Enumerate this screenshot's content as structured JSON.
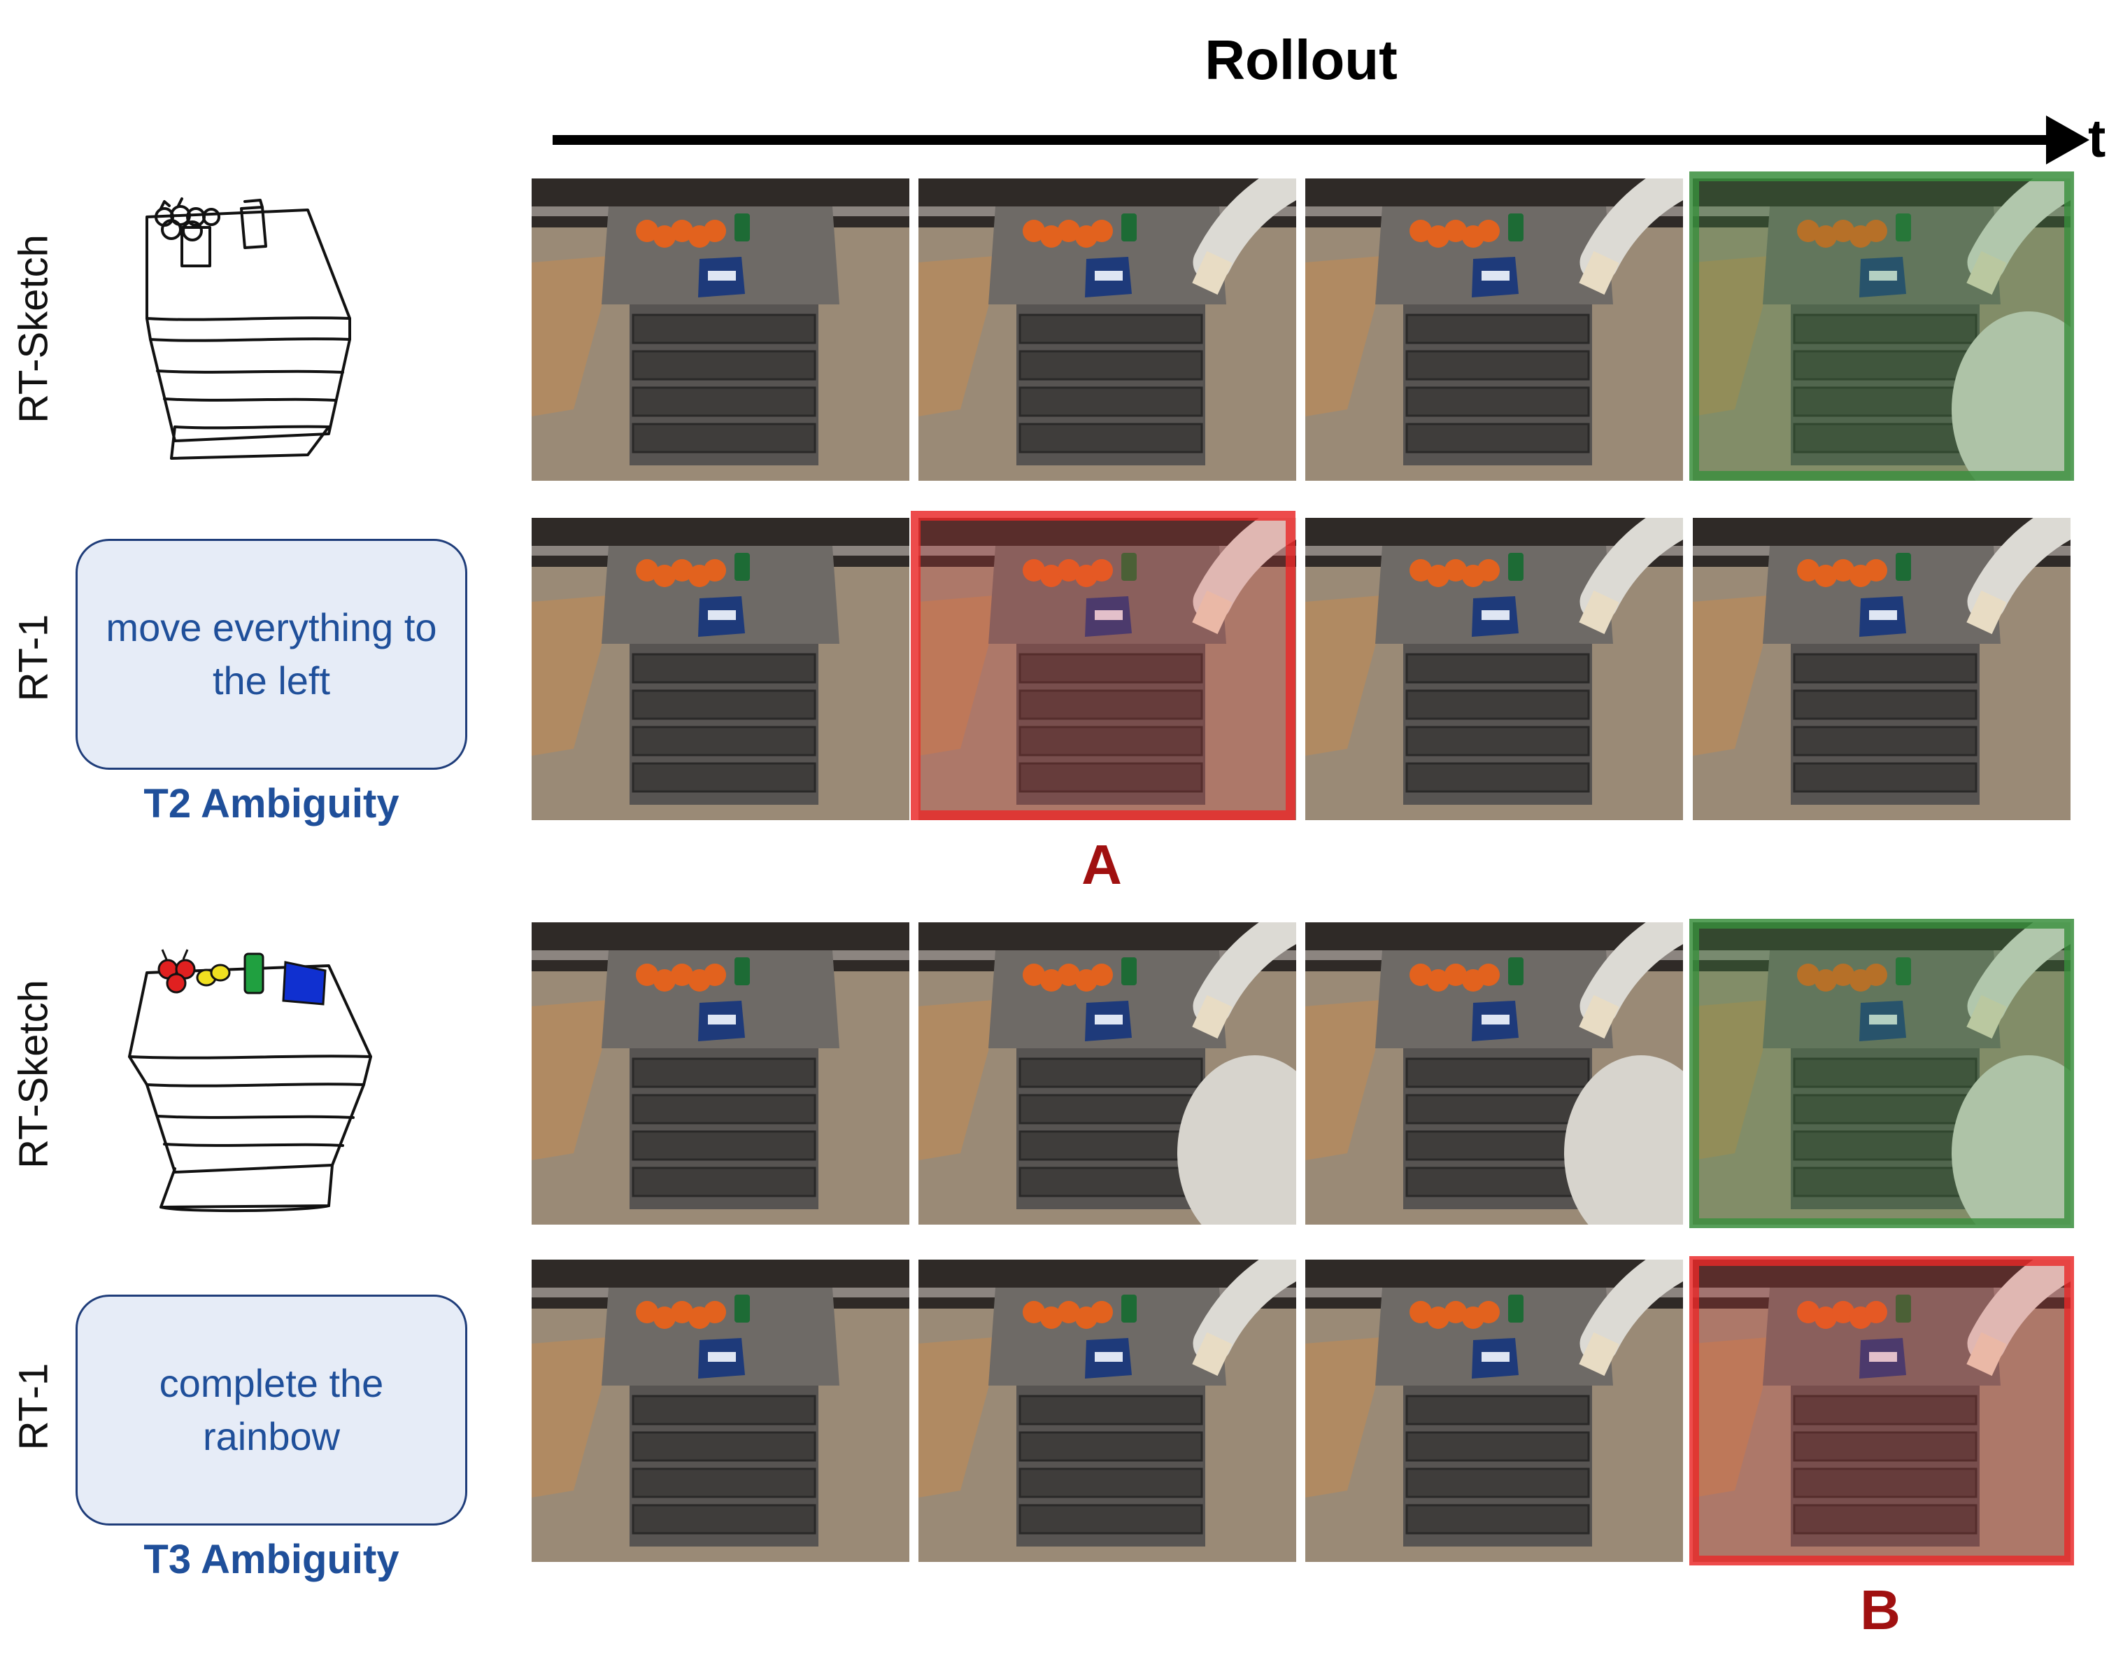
{
  "header": {
    "title": "Rollout",
    "time_label": "t"
  },
  "rows": [
    {
      "label": "RT-Sketch"
    },
    {
      "label": "RT-1"
    },
    {
      "label": "RT-Sketch"
    },
    {
      "label": "RT-1"
    }
  ],
  "prompts": [
    {
      "text": "move everything to the left",
      "ambiguity": "T2 Ambiguity"
    },
    {
      "text": "complete the rainbow",
      "ambiguity": "T3 Ambiguity"
    }
  ],
  "markers": {
    "a": "A",
    "b": "B"
  },
  "colors": {
    "success": "#388e3c",
    "failure": "#e82828",
    "marker": "#a01010",
    "prompt_text": "#1f4f9a"
  }
}
